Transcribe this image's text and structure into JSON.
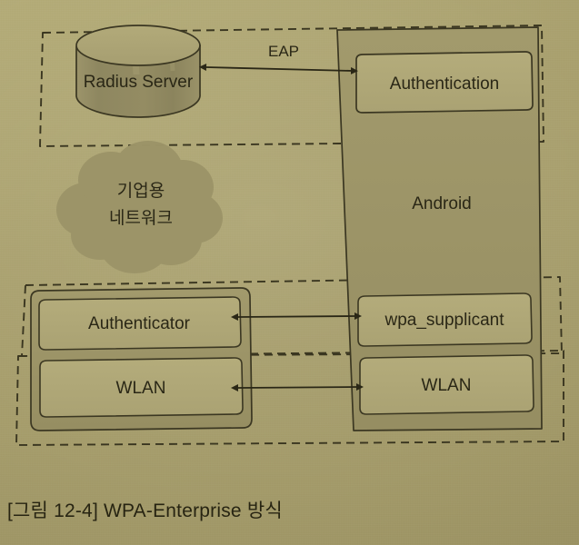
{
  "figure": {
    "caption": "[그림 12-4] WPA-Enterprise 방식",
    "caption_prefix": "[그림 12-4]",
    "caption_title": "WPA-Enterprise 방식"
  },
  "colors": {
    "paper": "#a89f6e",
    "ink": "#2a2716",
    "shape_gray_fill": "#9e9668",
    "box_light_fill": "#b0a877",
    "dashed_stroke": "#3a3620"
  },
  "nodes": {
    "radius_server": {
      "label": "Radius Server",
      "shape": "cylinder"
    },
    "enterprise_network": {
      "label_line1": "기업용",
      "label_line2": "네트워크",
      "shape": "cloud"
    },
    "android": {
      "label": "Android",
      "shape": "rectangle"
    },
    "authentication": {
      "label": "Authentication",
      "shape": "rounded-rectangle"
    },
    "authenticator": {
      "label": "Authenticator",
      "shape": "rounded-rectangle"
    },
    "wpa_supplicant": {
      "label": "wpa_supplicant",
      "shape": "rounded-rectangle"
    },
    "wlan_left": {
      "label": "WLAN",
      "shape": "rounded-rectangle"
    },
    "wlan_right": {
      "label": "WLAN",
      "shape": "rounded-rectangle"
    }
  },
  "connections": [
    {
      "id": "eap-link",
      "label": "EAP",
      "from": "authentication",
      "to": "radius_server",
      "arrow": "double"
    },
    {
      "id": "authenticator-supplicant-link",
      "label": "",
      "from": "authenticator",
      "to": "wpa_supplicant",
      "arrow": "double"
    },
    {
      "id": "wlan-wlan-link",
      "label": "",
      "from": "wlan_left",
      "to": "wlan_right",
      "arrow": "double"
    }
  ],
  "regions": [
    {
      "id": "top-dashed-region",
      "label": ""
    },
    {
      "id": "middle-dashed-region",
      "label": ""
    },
    {
      "id": "bottom-dashed-region",
      "label": ""
    }
  ]
}
